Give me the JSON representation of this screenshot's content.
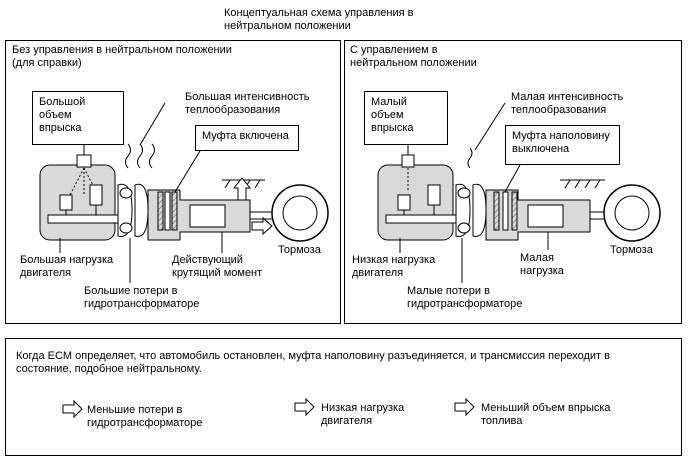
{
  "title": "Концептуальная схема управления в\nнейтральном положении",
  "left_panel": {
    "heading": "Без управления в нейтральном положении\n(для справки)",
    "callout_injection": "Большой\nобъем впрыска",
    "callout_clutch": "Муфта включена",
    "label_heat": "Большая интенсивность\nтеплообразования",
    "label_engine_load": "Большая нагрузка\nдвигателя",
    "label_converter_loss": "Большие потери в\nгидротрансформаторе",
    "label_torque": "Действующий\nкрутящий момент",
    "label_brakes": "Тормоза"
  },
  "right_panel": {
    "heading": "С управлением в\nнейтральном положении",
    "callout_injection": "Малый объем\nвпрыска",
    "callout_clutch": "Муфта наполовину\nвыключена",
    "label_heat": "Малая интенсивность\nтеплообразования",
    "label_engine_load": "Низкая нагрузка\nдвигателя",
    "label_converter_loss": "Малые потери в\nгидротрансформаторе",
    "label_load": "Малая\nнагрузка",
    "label_brakes": "Тормоза"
  },
  "summary": {
    "text": "Когда ECM определяет, что автомобиль остановлен, муфта наполовину разъединяется, и трансмиссия переходит в\nсостояние, подобное нейтральному.",
    "items": [
      {
        "label": "Меньшие потери в\nгидротрансформаторе"
      },
      {
        "label": "Низкая нагрузка\nдвигателя"
      },
      {
        "label": "Меньший объем впрыска\nтоплива"
      }
    ]
  }
}
